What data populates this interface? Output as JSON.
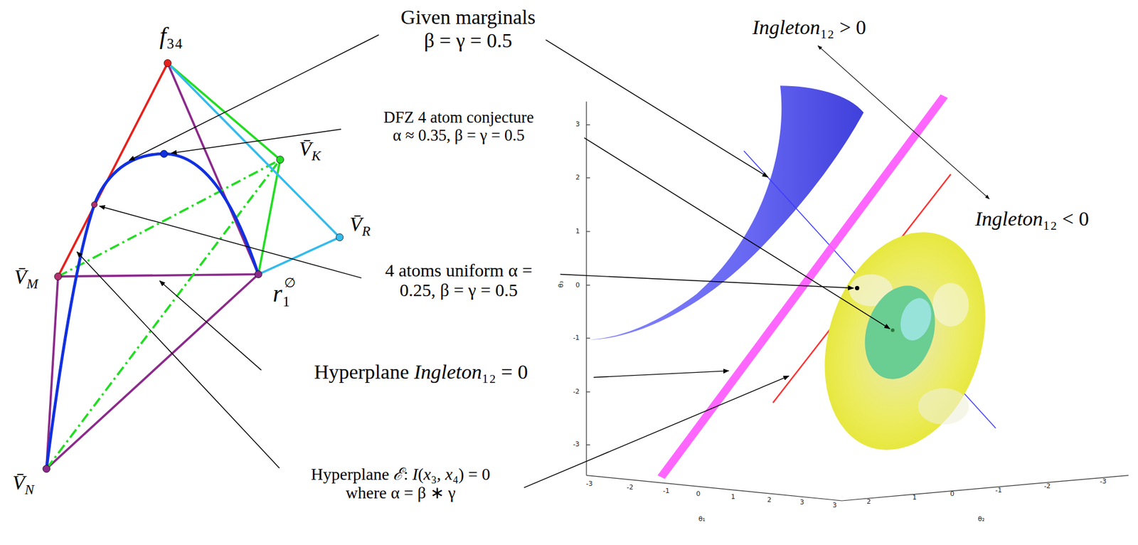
{
  "diagram": {
    "labels": [
      "Given marginals β = γ = 0.5",
      "DFZ 4 atom conjecture α ≈ 0.35, β = γ = 0.5",
      "4 atoms uniform α = 0.25, β = γ = 0.5",
      "Hyperplane Ingleton₁₂ = 0",
      "Hyperplane ℰ: I(x₃, x₄) = 0 where α = β ∗ γ",
      "Ingleton₁₂ > 0",
      "Ingleton₁₂ < 0",
      "f₃₄",
      "V̄K",
      "V̄R",
      "V̄M",
      "r₁∅",
      "V̄N",
      "3",
      "2",
      "1",
      "0",
      "-1",
      "-2",
      "-3",
      "-3",
      "-2",
      "-1",
      "0",
      "1",
      "2",
      "3",
      "3",
      "2",
      "1",
      "0",
      "-1",
      "-2",
      "-3",
      "θ₁",
      "θ₂",
      "θ₃"
    ]
  }
}
